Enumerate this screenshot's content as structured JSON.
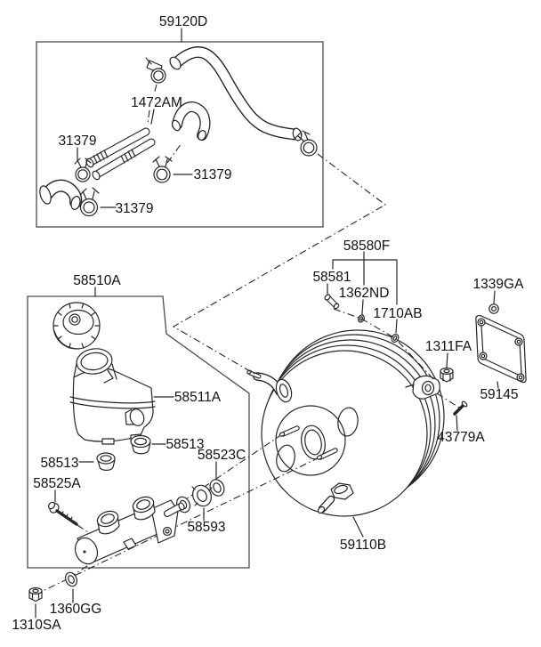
{
  "diagram_type": "vehicle-parts-exploded-diagram",
  "colors": {
    "background": "#ffffff",
    "line": "#262626",
    "box_border": "#4a4a4a",
    "label": "#111111"
  },
  "parts": {
    "hose_assembly": "59120D",
    "hose_clamp_fitting": "1472AM",
    "clamp_left": "31379",
    "clamp_middle": "31379",
    "clamp_bottom": "31379",
    "reservoir_assembly": "58510A",
    "reservoir_body": "58511A",
    "grommet_right": "58513",
    "grommet_left": "58513",
    "seal_ring": "58523C",
    "reservoir_bolt": "58525A",
    "cylinder_seal_kit": "58593",
    "plain_washer": "1360GG",
    "flange_nut": "1310SA",
    "operating_rod_kit": "58580F",
    "operating_rod_pin": "58581",
    "rod_ring": "1362ND",
    "o_ring": "1710AB",
    "mounting_grommet": "1339GA",
    "bracket_nut": "1311FA",
    "mounting_plate": "59145",
    "bracket_pin": "43779A",
    "brake_booster": "59110B"
  }
}
